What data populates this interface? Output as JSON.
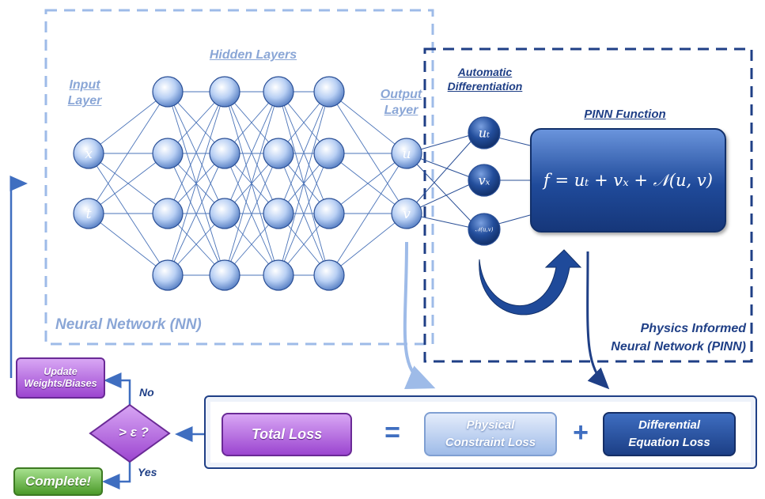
{
  "neural_network": {
    "title": "Neural Network (NN)",
    "input_layer_label": [
      "Input",
      "Layer"
    ],
    "hidden_layers_label": "Hidden Layers",
    "output_layer_label": [
      "Output",
      "Layer"
    ],
    "inputs": [
      "x",
      "t"
    ],
    "outputs": [
      "u",
      "v"
    ]
  },
  "pinn": {
    "title": [
      "Physics Informed",
      "Neural Network (PINN)"
    ],
    "autodiff_label": [
      "Automatic",
      "Differentiation"
    ],
    "derivatives": [
      "u_t",
      "v_x",
      "𝒩(u,v)"
    ],
    "function_label": "PINN Function",
    "function_equation": "f = uₜ + vₓ + 𝒩(u, v)"
  },
  "loss": {
    "total": "Total Loss",
    "equals": "=",
    "plus": "+",
    "physical": [
      "Physical",
      "Constraint Loss"
    ],
    "differential": [
      "Differential",
      "Equation Loss"
    ]
  },
  "control": {
    "decision": "> ε ?",
    "no": "No",
    "yes": "Yes",
    "update": [
      "Update",
      "Weights/Biases"
    ],
    "complete": "Complete!"
  },
  "colors": {
    "light_blue": "#8aa6d6",
    "dark_blue": "#1f3f86",
    "purple": "#9c45d0",
    "green": "#4c9a2a"
  }
}
